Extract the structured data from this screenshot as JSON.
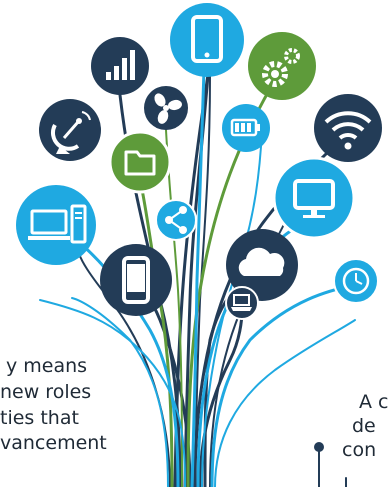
{
  "colors": {
    "navy": "#233c57",
    "sky": "#1fa9e1",
    "green": "#5e9b3a",
    "text": "#1f2a36"
  },
  "left_text": [
    "y means",
    "new roles",
    "ties that",
    "vancement"
  ],
  "right_text": [
    "A c",
    "de",
    "con"
  ],
  "icons": [
    "phone-icon",
    "signal-bars-icon",
    "gears-icon",
    "satellite-dish-icon",
    "fan-icon",
    "battery-icon",
    "wifi-icon",
    "folder-icon",
    "desktop-tower-icon",
    "share-icon",
    "monitor-icon",
    "smartphone-icon",
    "cloud-icon",
    "clock-icon",
    "laptop-icon"
  ]
}
